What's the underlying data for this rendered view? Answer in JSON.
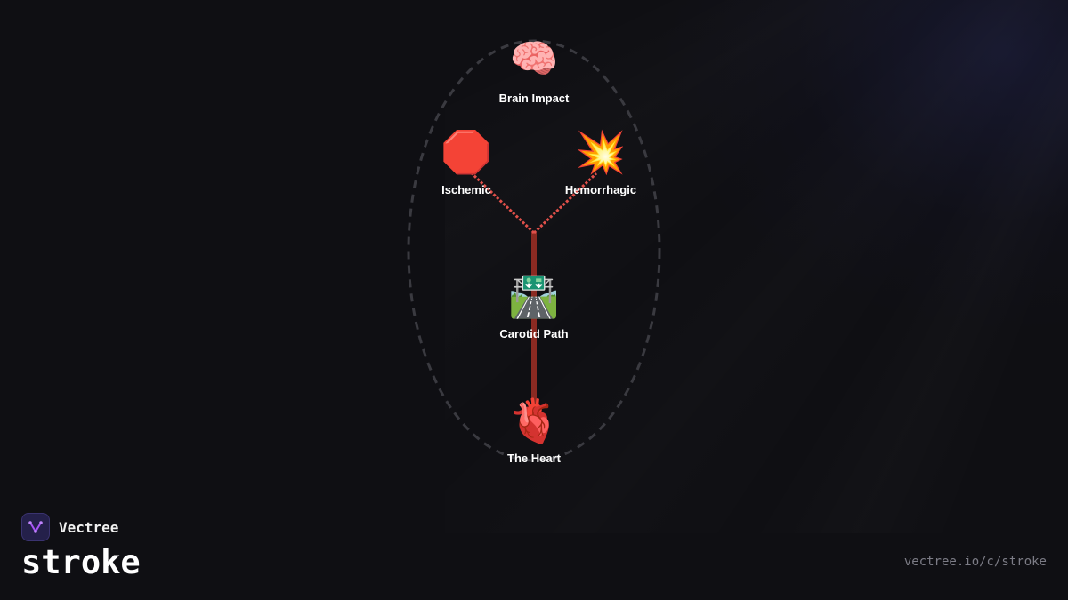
{
  "nodes": {
    "brain": {
      "icon": "🧠",
      "icon_name": "brain-icon",
      "label": "Brain Impact"
    },
    "ischemic": {
      "icon": "🛑",
      "icon_name": "stop-sign-icon",
      "label": "Ischemic"
    },
    "hemorrhagic": {
      "icon": "💥",
      "icon_name": "collision-icon",
      "label": "Hemorrhagic"
    },
    "carotid": {
      "icon": "🛣️",
      "icon_name": "highway-icon",
      "label": "Carotid Path"
    },
    "heart": {
      "icon": "🫀",
      "icon_name": "anatomical-heart-icon",
      "label": "The Heart"
    }
  },
  "brand": {
    "name": "Vectree",
    "logo_icon": "vectree-logo-icon"
  },
  "title": "stroke",
  "url": "vectree.io/c/stroke",
  "colors": {
    "background": "#0f0f13",
    "artery": "#8b2a22",
    "branch": "#e0504a",
    "outline": "#3a3a40",
    "text": "#ffffff",
    "muted": "#7c7c86",
    "brand_accent": "#a855f7"
  }
}
